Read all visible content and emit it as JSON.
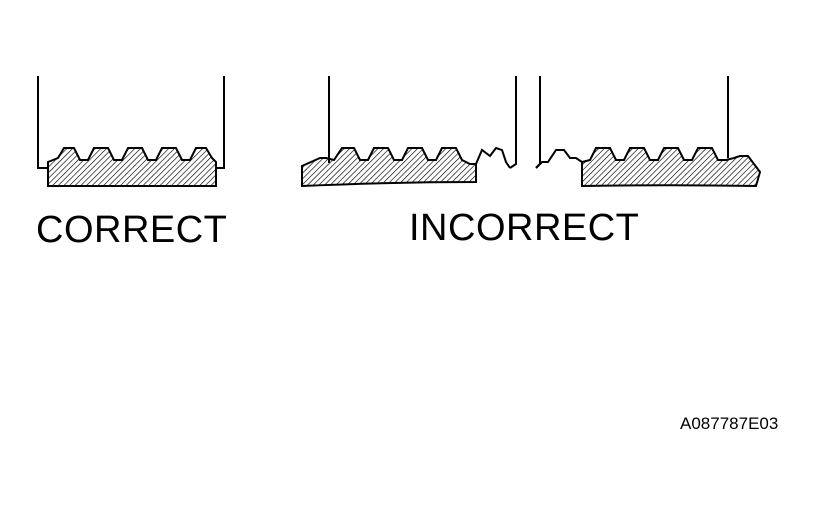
{
  "labels": {
    "correct": "CORRECT",
    "incorrect": "INCORRECT"
  },
  "figure_code": "A087787E03",
  "colors": {
    "ink": "#000000",
    "paper": "#ffffff"
  }
}
